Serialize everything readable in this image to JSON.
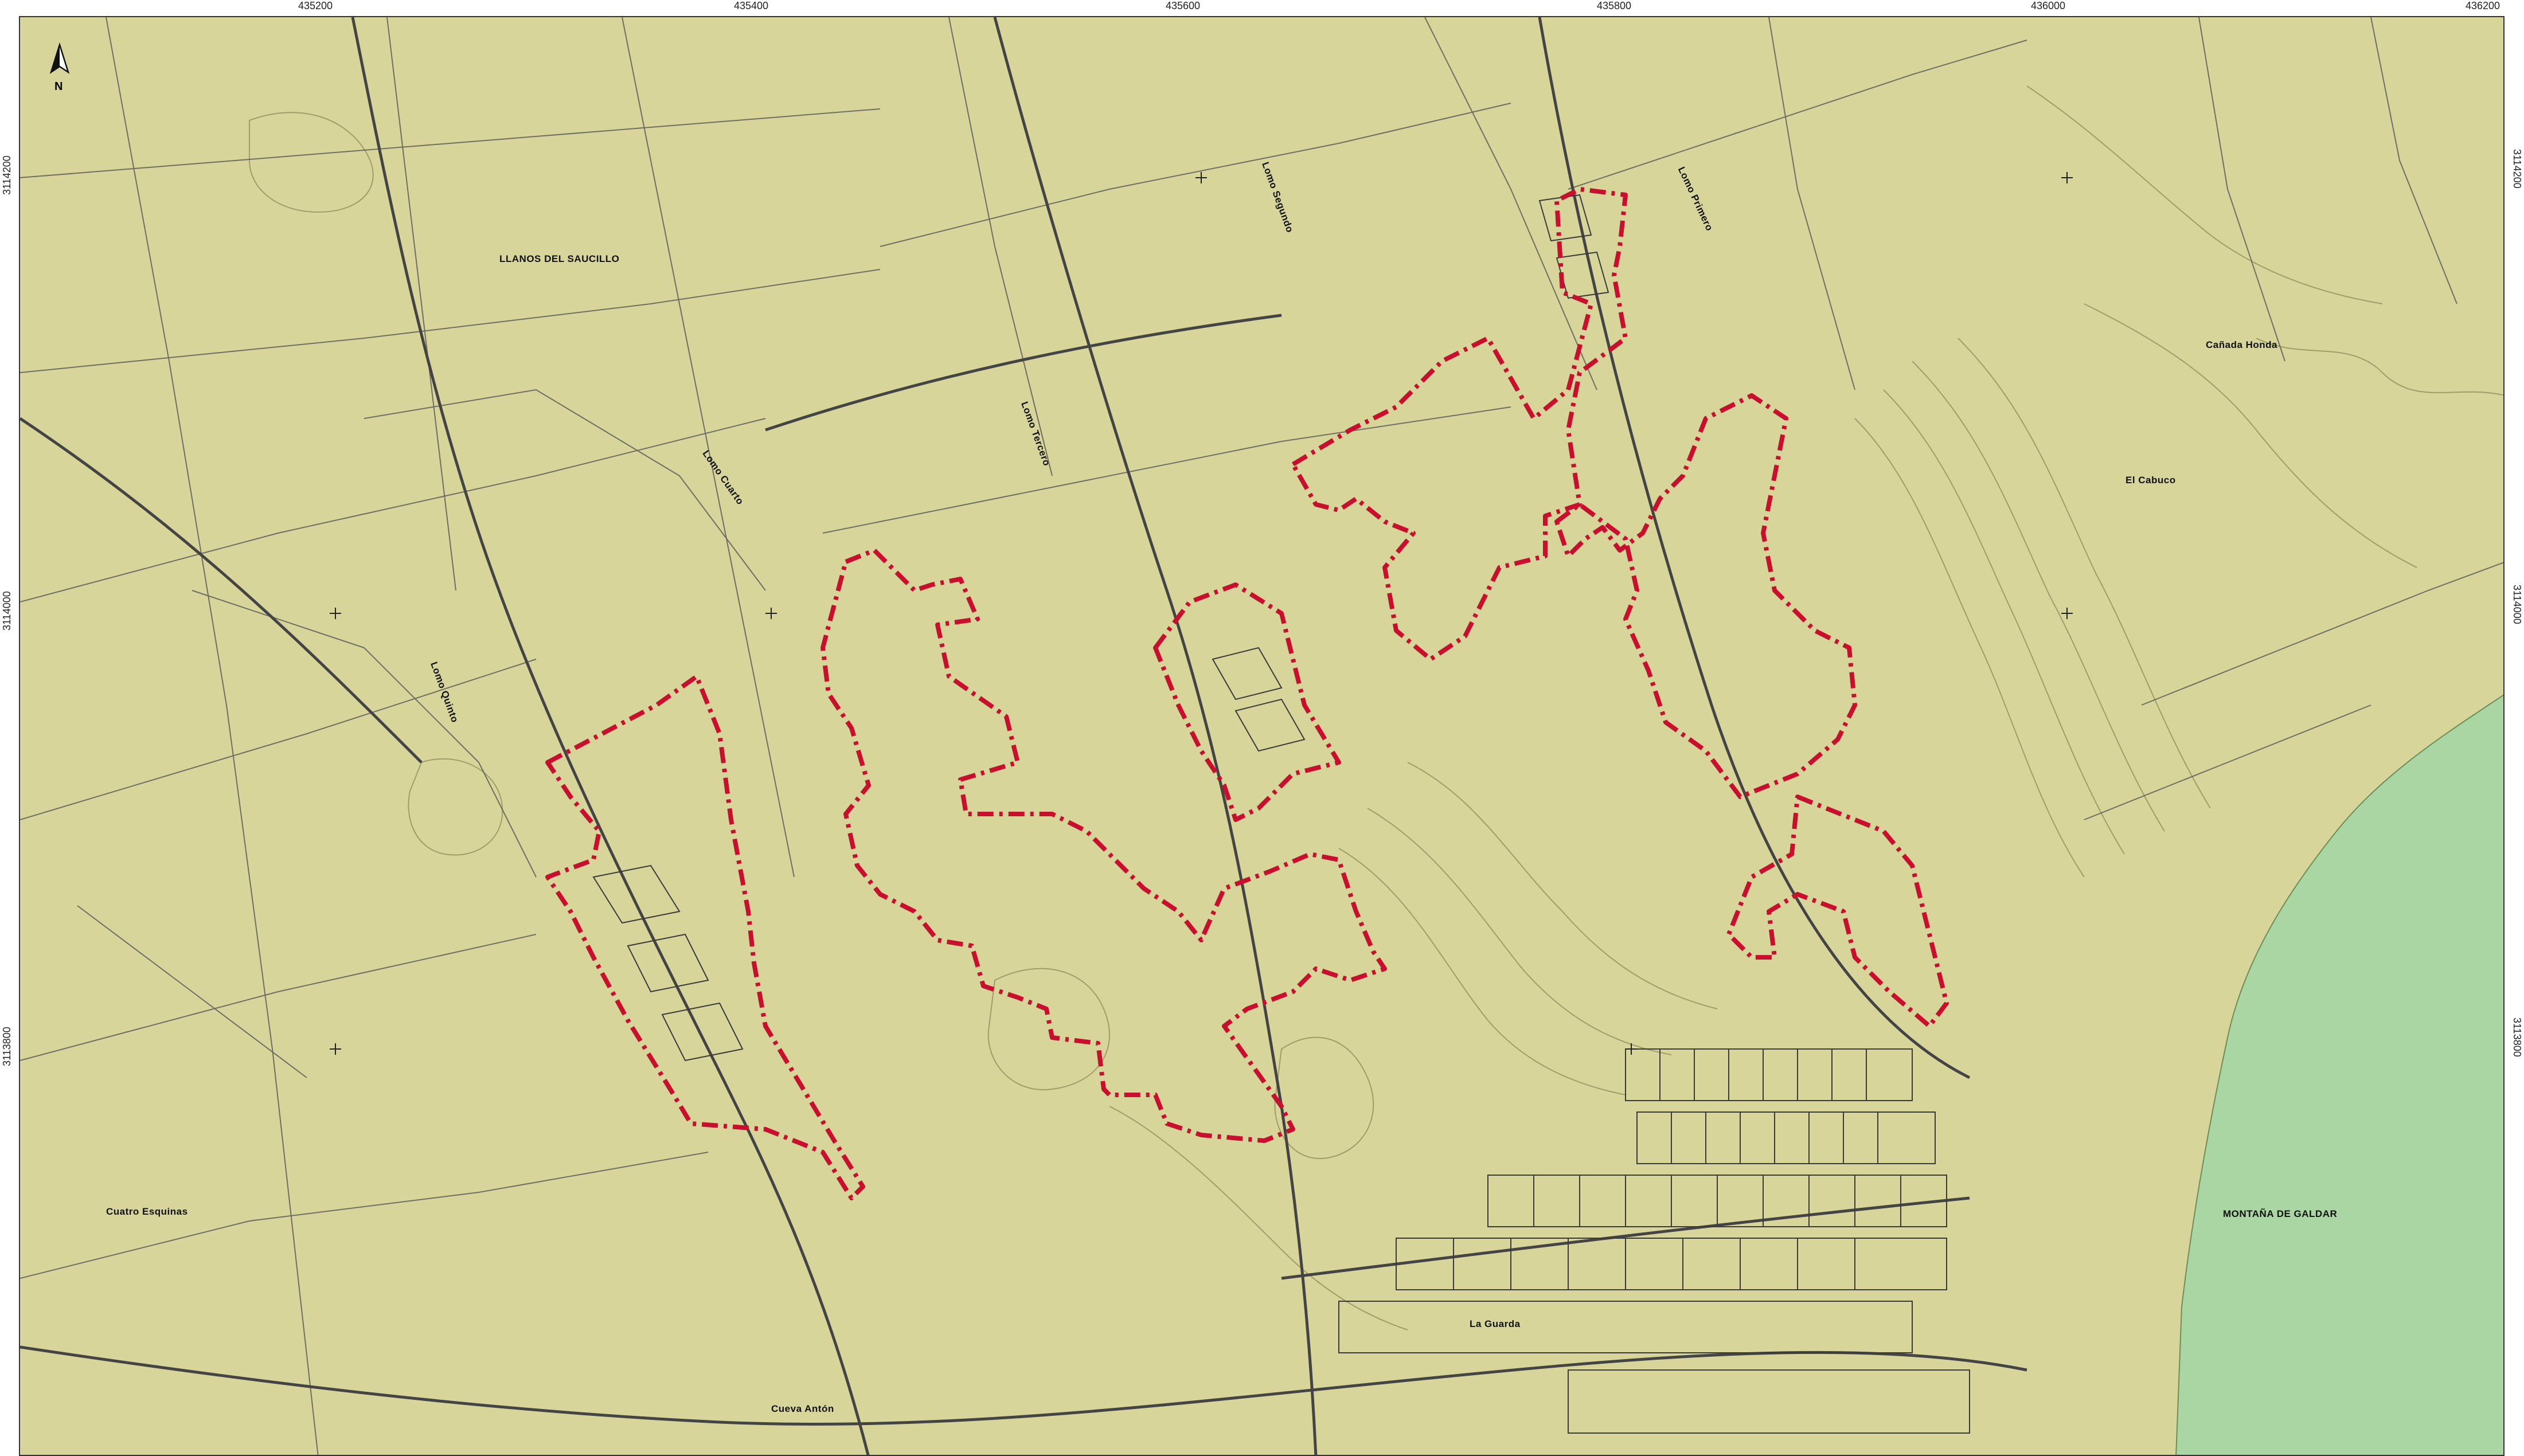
{
  "coordinates": {
    "x_ticks": [
      "435200",
      "435400",
      "435600",
      "435800",
      "436000",
      "436200"
    ],
    "y_ticks": [
      "3114200",
      "3114000",
      "3113800"
    ]
  },
  "north_arrow": {
    "label": "N"
  },
  "place_names": {
    "llanos": "LLANOS DEL SAUCILLO",
    "lomo_segundo": "Lomo Segundo",
    "lomo_primero": "Lomo Primero",
    "canada_honda": "Cañada Honda",
    "lomo_tercero": "Lomo Tercero",
    "lomo_cuarto": "Lomo Cuarto",
    "el_cabuco": "El Cabuco",
    "lomo_quinto": "Lomo Quinto",
    "cuatro_esquinas": "Cuatro Esquinas",
    "montana_de_galdar": "MONTAÑA DE GALDAR",
    "la_guarda": "La Guarda",
    "cueva_anton": "Cueva Antón"
  },
  "colors": {
    "terrain": "#d8d59b",
    "green_zone": "#a9d6a2",
    "boundary": "#c8102e",
    "lines": "#555555",
    "contours": "#8f8a5a"
  }
}
